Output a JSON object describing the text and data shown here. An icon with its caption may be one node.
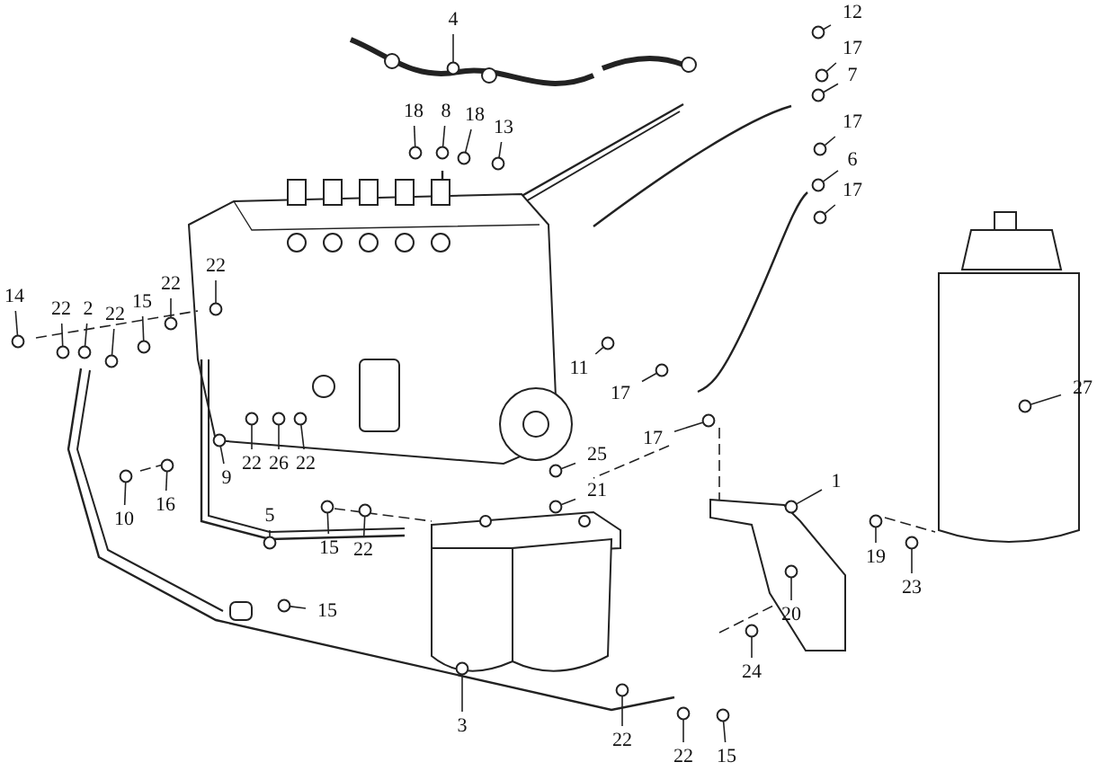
{
  "diagram": {
    "nodes": [
      {
        "text": [
          "4"
        ]
      },
      {
        "text": [
          "12"
        ]
      },
      {
        "text": [
          "17"
        ]
      },
      {
        "text": [
          "7"
        ]
      },
      {
        "text": [
          "18"
        ]
      },
      {
        "text": [
          "8"
        ]
      },
      {
        "text": [
          "18"
        ]
      },
      {
        "text": [
          "13"
        ]
      },
      {
        "text": [
          "17"
        ]
      },
      {
        "text": [
          "6"
        ]
      },
      {
        "text": [
          "17"
        ]
      },
      {
        "text": [
          "14"
        ]
      },
      {
        "text": [
          "22"
        ]
      },
      {
        "text": [
          "2"
        ]
      },
      {
        "text": [
          "22"
        ]
      },
      {
        "text": [
          "15"
        ]
      },
      {
        "text": [
          "22"
        ]
      },
      {
        "text": [
          "22"
        ]
      },
      {
        "text": [
          "11"
        ]
      },
      {
        "text": [
          "17"
        ]
      },
      {
        "text": [
          "27"
        ]
      },
      {
        "text": [
          "22"
        ]
      },
      {
        "text": [
          "26"
        ]
      },
      {
        "text": [
          "22"
        ]
      },
      {
        "text": [
          "9"
        ]
      },
      {
        "text": [
          "17"
        ]
      },
      {
        "text": [
          "25"
        ]
      },
      {
        "text": [
          "1"
        ]
      },
      {
        "text": [
          "21"
        ]
      },
      {
        "text": [
          "10"
        ]
      },
      {
        "text": [
          "16"
        ]
      },
      {
        "text": [
          "5"
        ]
      },
      {
        "text": [
          "15"
        ]
      },
      {
        "text": [
          "22"
        ]
      },
      {
        "text": [
          "19"
        ]
      },
      {
        "text": [
          "23"
        ]
      },
      {
        "text": [
          "15"
        ]
      },
      {
        "text": [
          "20"
        ]
      },
      {
        "text": [
          "24"
        ]
      },
      {
        "text": [
          "3"
        ]
      },
      {
        "text": [
          "22"
        ]
      },
      {
        "text": [
          "22"
        ]
      },
      {
        "text": [
          "15"
        ]
      },
      {
        "text": [],
        "shape": "circle"
      },
      {
        "text": [],
        "shape": "circle"
      },
      {
        "text": [],
        "shape": "circle"
      },
      {
        "text": [],
        "shape": "circle"
      },
      {
        "text": [],
        "shape": "circle"
      },
      {
        "text": [],
        "shape": "circle"
      },
      {
        "text": [],
        "shape": "circle"
      },
      {
        "text": [],
        "shape": "circle"
      },
      {
        "text": [],
        "shape": "circle"
      },
      {
        "text": [],
        "shape": "circle"
      },
      {
        "text": [],
        "shape": "circle"
      },
      {
        "text": [],
        "shape": "circle"
      },
      {
        "text": [],
        "shape": "circle"
      },
      {
        "text": [],
        "shape": "circle"
      },
      {
        "text": [],
        "shape": "circle"
      },
      {
        "text": [],
        "shape": "circle"
      },
      {
        "text": [],
        "shape": "circle"
      },
      {
        "text": [],
        "shape": "circle"
      },
      {
        "text": [],
        "shape": "circle"
      },
      {
        "text": [],
        "shape": "circle"
      },
      {
        "text": [],
        "shape": "circle"
      },
      {
        "text": [],
        "shape": "circle"
      },
      {
        "text": [],
        "shape": "circle"
      },
      {
        "text": [],
        "shape": "circle"
      },
      {
        "text": [],
        "shape": "circle"
      },
      {
        "text": [],
        "shape": "circle"
      },
      {
        "text": [],
        "shape": "circle"
      },
      {
        "text": [],
        "shape": "circle"
      },
      {
        "text": [],
        "shape": "circle"
      },
      {
        "text": [],
        "shape": "circle"
      },
      {
        "text": [],
        "shape": "circle"
      },
      {
        "text": [],
        "shape": "circle"
      },
      {
        "text": [],
        "shape": "circle"
      },
      {
        "text": [],
        "shape": "circle"
      },
      {
        "text": [],
        "shape": "circle"
      },
      {
        "text": [],
        "shape": "circle"
      },
      {
        "text": [],
        "shape": "circle"
      },
      {
        "text": [],
        "shape": "circle"
      },
      {
        "text": [],
        "shape": "circle"
      },
      {
        "text": [],
        "shape": "circle"
      },
      {
        "text": [],
        "shape": "circle"
      },
      {
        "text": [],
        "shape": "circle"
      },
      {
        "text": [],
        "shape": "circle"
      }
    ],
    "edges": [
      {
        "from": 0,
        "to": 43,
        "arrow": "none"
      },
      {
        "from": 1,
        "to": 44,
        "arrow": "none"
      },
      {
        "from": 2,
        "to": 45,
        "arrow": "none"
      },
      {
        "from": 3,
        "to": 46,
        "arrow": "none"
      },
      {
        "from": 4,
        "to": 47,
        "arrow": "none"
      },
      {
        "from": 5,
        "to": 48,
        "arrow": "none"
      },
      {
        "from": 6,
        "to": 49,
        "arrow": "none"
      },
      {
        "from": 7,
        "to": 50,
        "arrow": "none"
      },
      {
        "from": 8,
        "to": 51,
        "arrow": "none"
      },
      {
        "from": 9,
        "to": 52,
        "arrow": "none"
      },
      {
        "from": 10,
        "to": 53,
        "arrow": "none"
      },
      {
        "from": 11,
        "to": 54,
        "arrow": "none"
      },
      {
        "from": 12,
        "to": 55,
        "arrow": "none"
      },
      {
        "from": 13,
        "to": 56,
        "arrow": "none"
      },
      {
        "from": 14,
        "to": 57,
        "arrow": "none"
      },
      {
        "from": 15,
        "to": 58,
        "arrow": "none"
      },
      {
        "from": 16,
        "to": 59,
        "arrow": "none"
      },
      {
        "from": 17,
        "to": 60,
        "arrow": "none"
      },
      {
        "from": 18,
        "to": 61,
        "arrow": "none"
      },
      {
        "from": 19,
        "to": 62,
        "arrow": "none"
      },
      {
        "from": 20,
        "to": 63,
        "arrow": "none"
      },
      {
        "from": 21,
        "to": 64,
        "arrow": "none"
      },
      {
        "from": 22,
        "to": 65,
        "arrow": "none"
      },
      {
        "from": 23,
        "to": 66,
        "arrow": "none"
      },
      {
        "from": 24,
        "to": 67,
        "arrow": "none"
      },
      {
        "from": 25,
        "to": 68,
        "arrow": "none"
      },
      {
        "from": 26,
        "to": 69,
        "arrow": "none"
      },
      {
        "from": 27,
        "to": 70,
        "arrow": "none"
      },
      {
        "from": 28,
        "to": 71,
        "arrow": "none"
      },
      {
        "from": 29,
        "to": 72,
        "arrow": "none"
      },
      {
        "from": 30,
        "to": 73,
        "arrow": "none"
      },
      {
        "from": 31,
        "to": 74,
        "arrow": "none"
      },
      {
        "from": 32,
        "to": 75,
        "arrow": "none"
      },
      {
        "from": 33,
        "to": 76,
        "arrow": "none"
      },
      {
        "from": 34,
        "to": 77,
        "arrow": "none"
      },
      {
        "from": 35,
        "to": 78,
        "arrow": "none"
      },
      {
        "from": 36,
        "to": 79,
        "arrow": "none"
      },
      {
        "from": 37,
        "to": 80,
        "arrow": "none"
      },
      {
        "from": 38,
        "to": 81,
        "arrow": "none"
      },
      {
        "from": 39,
        "to": 82,
        "arrow": "none"
      },
      {
        "from": 40,
        "to": 83,
        "arrow": "none"
      },
      {
        "from": 41,
        "to": 84,
        "arrow": "none"
      },
      {
        "from": 42,
        "to": 85,
        "arrow": "none"
      }
    ]
  }
}
